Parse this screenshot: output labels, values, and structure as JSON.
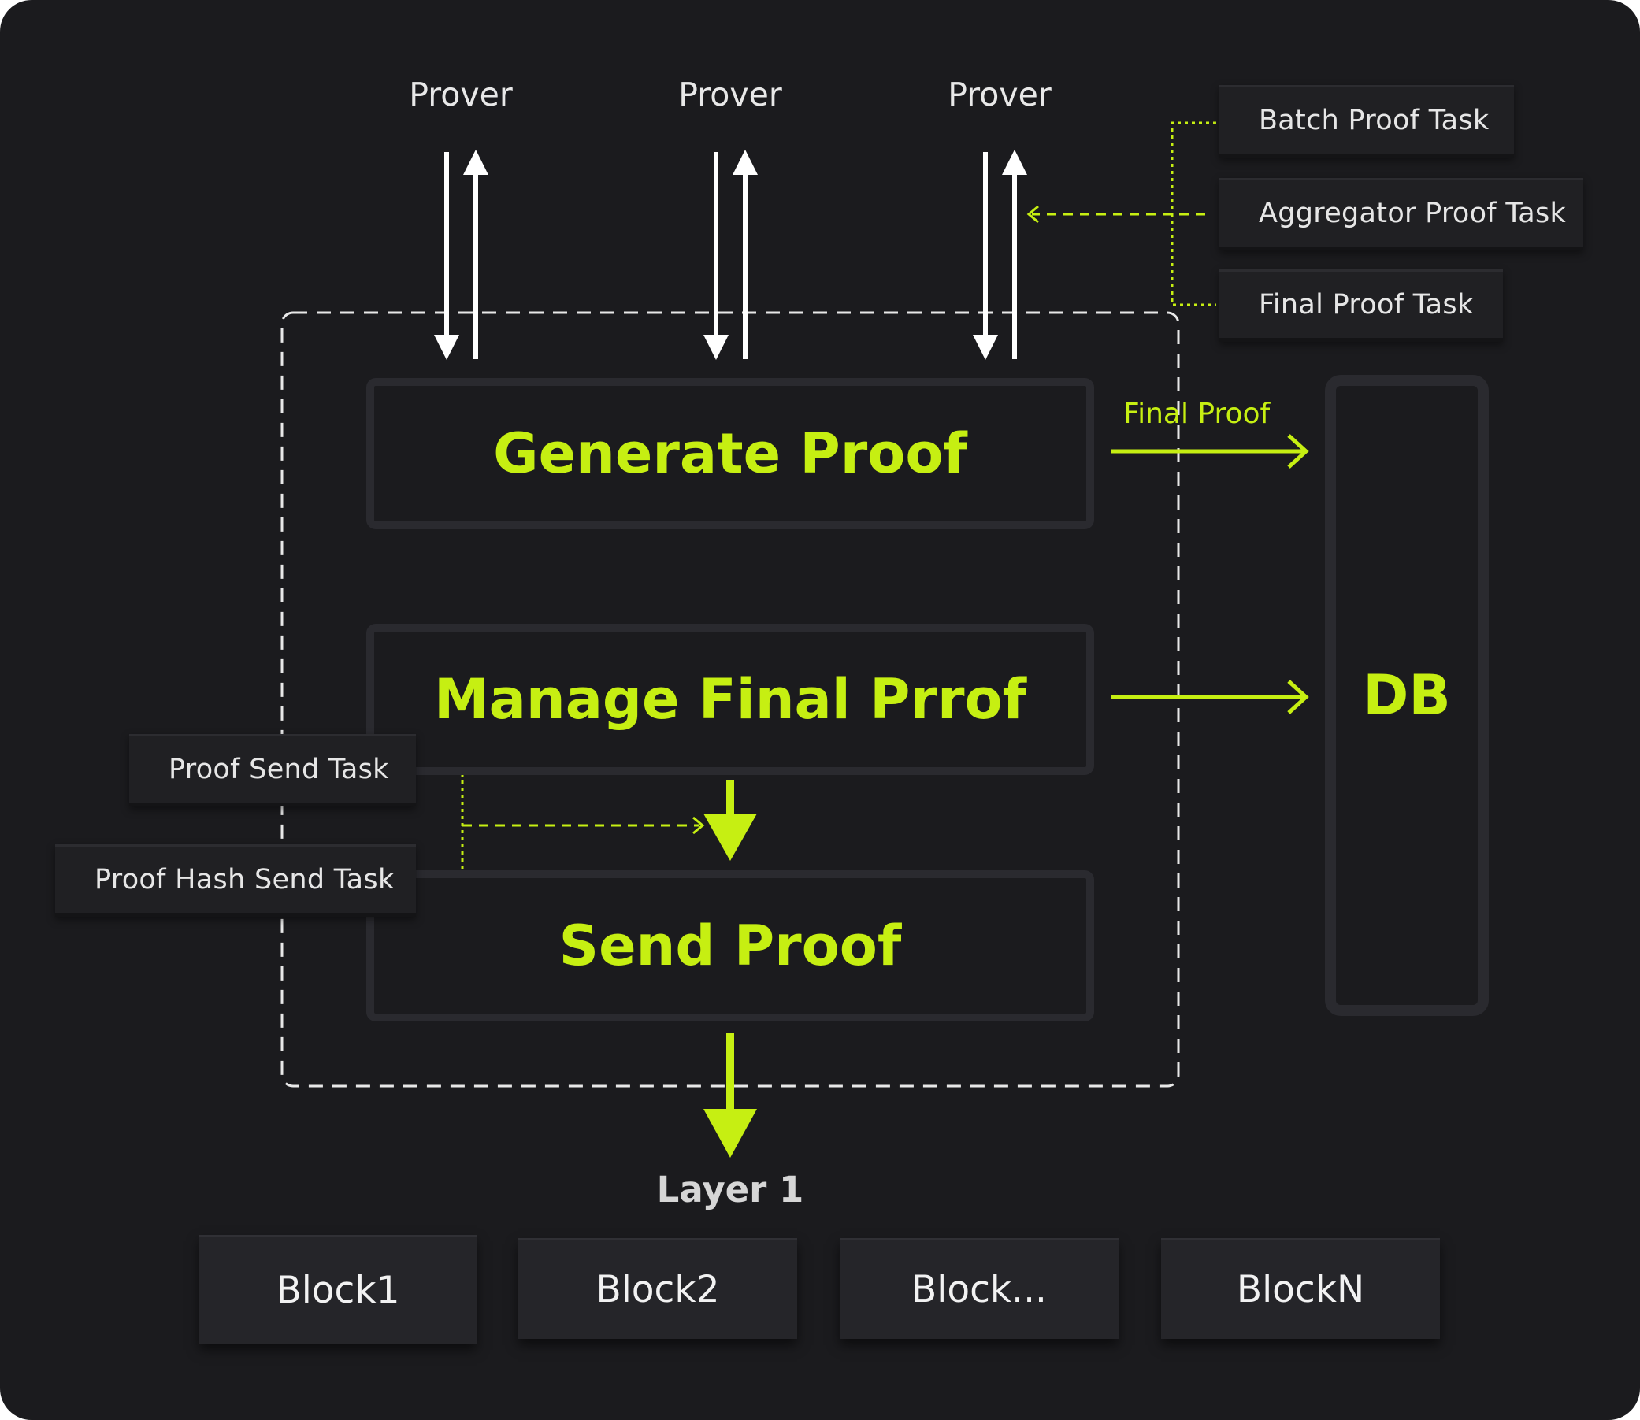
{
  "provers": [
    "Prover",
    "Prover",
    "Prover"
  ],
  "tasks_top": [
    "Batch Proof Task",
    "Aggregator Proof Task",
    "Final Proof Task"
  ],
  "tasks_left": [
    "Proof Send Task",
    "Proof Hash Send Task"
  ],
  "stages": {
    "generate": "Generate Proof",
    "manage": "Manage Final Prrof",
    "send": "Send Proof"
  },
  "final_proof_label": "Final Proof",
  "db_label": "DB",
  "layer_label": "Layer 1",
  "blocks": [
    "Block1",
    "Block2",
    "Block...",
    "BlockN"
  ],
  "colors": {
    "accent": "#c6ef12",
    "background": "#1b1b1e",
    "text": "#e8e8e8"
  }
}
